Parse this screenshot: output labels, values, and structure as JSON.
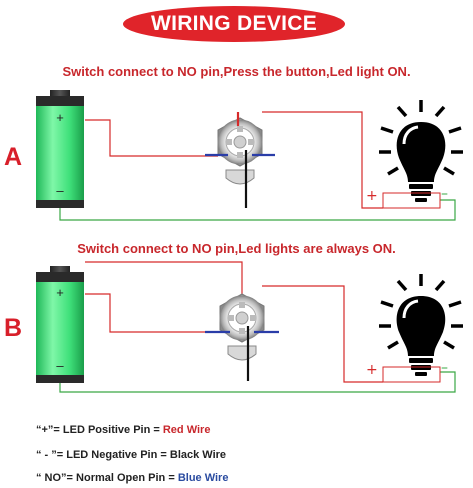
{
  "title": "WIRING DEVICE",
  "colors": {
    "title_fill": "#e0242a",
    "caption_text": "#c8272c",
    "red_wire": "#d62a2a",
    "black_wire": "#111111",
    "blue_wire": "#2a3da8",
    "green_wire": "#3aa845",
    "battery": "#3fe07a"
  },
  "sections": [
    {
      "letter": "A",
      "caption": "Switch connect to NO pin,Press the button,Led light ON.",
      "battery_plus": "+",
      "battery_minus": "–",
      "bulb_plus": "+",
      "bulb_minus": "–"
    },
    {
      "letter": "B",
      "caption": "Switch connect to NO pin,Led lights are always ON.",
      "battery_plus": "+",
      "battery_minus": "–",
      "bulb_plus": "+",
      "bulb_minus": "–"
    }
  ],
  "legend": [
    {
      "prefix": "“+”= LED Positive Pin = ",
      "highlight": "Red Wire",
      "color": "red"
    },
    {
      "prefix": "“ - ”= LED Negative Pin = Black Wire",
      "highlight": "",
      "color": "none"
    },
    {
      "prefix": "“ NO”= Normal Open Pin = ",
      "highlight": "Blue Wire",
      "color": "blue"
    }
  ]
}
